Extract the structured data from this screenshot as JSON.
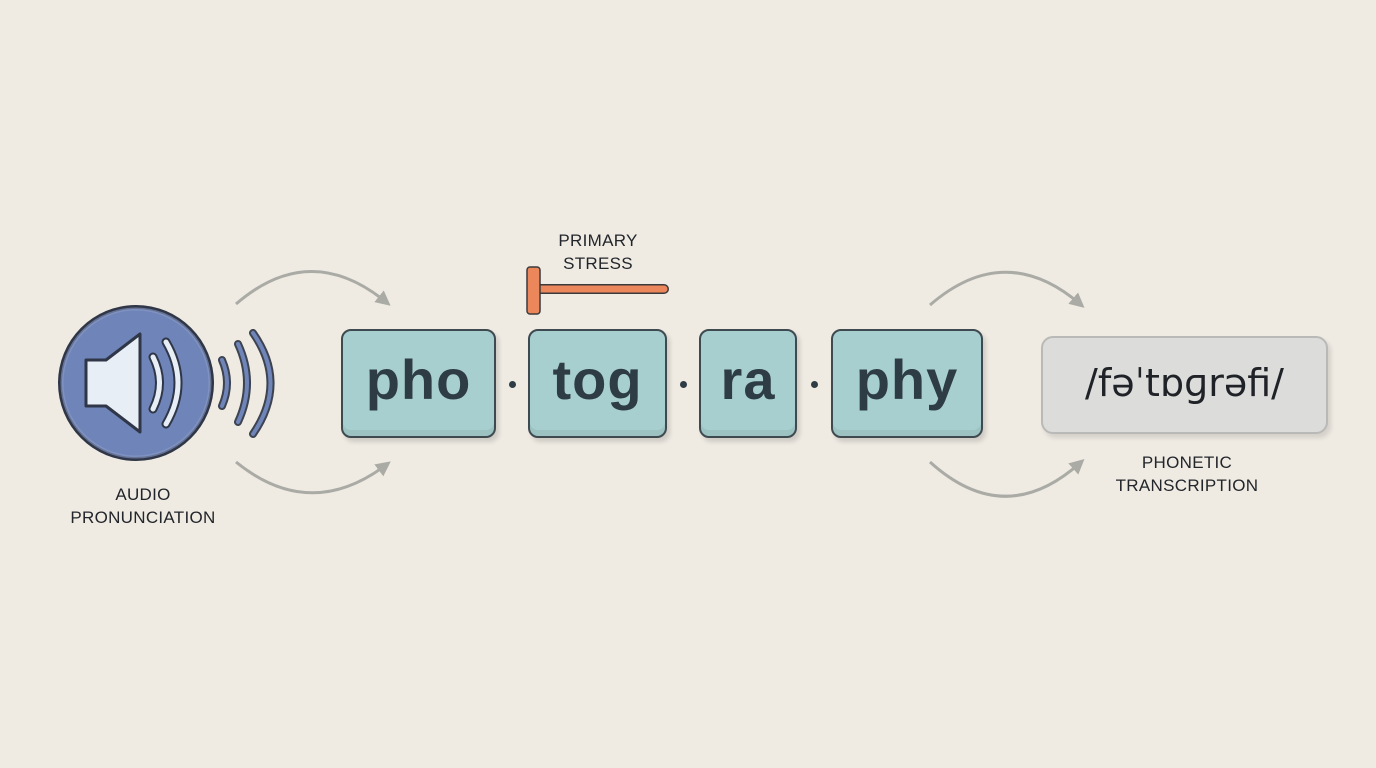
{
  "audio": {
    "icon": "speaker-icon",
    "caption_line1": "AUDIO",
    "caption_line2": "PRONUNCIATION"
  },
  "stress_marker": {
    "caption_line1": "PRIMARY",
    "caption_line2": "STRESS",
    "color": "#ec865b"
  },
  "syllables": [
    "pho",
    "tog",
    "ra",
    "phy"
  ],
  "separator": "·",
  "transcription": {
    "text": "/fəˈtɒɡrəfi/",
    "caption_line1": "PHONETIC",
    "caption_line2": "TRANSCRIPTION"
  },
  "colors": {
    "background": "#efebe3",
    "syllable_fill": "#a8cfcf",
    "speaker_circle": "#6f84b8",
    "arrow": "#ababa6",
    "transcription_fill": "#dcdcda"
  }
}
